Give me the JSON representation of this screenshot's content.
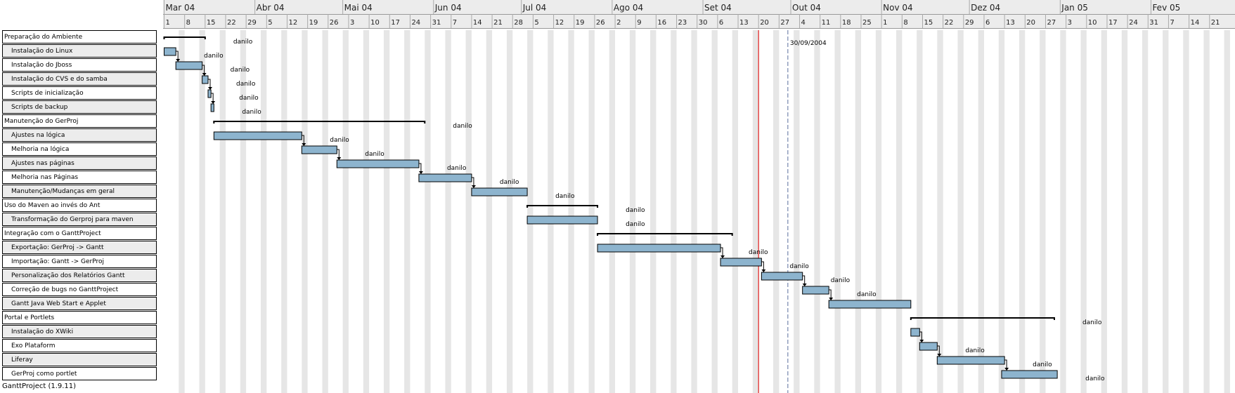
{
  "app": {
    "footer": "GanttProject (1.9.11)"
  },
  "timeline": {
    "months": [
      {
        "label": "Mar 04",
        "date": "2004-03-01"
      },
      {
        "label": "Abr 04",
        "date": "2004-04-01"
      },
      {
        "label": "Mai 04",
        "date": "2004-05-01"
      },
      {
        "label": "Jun 04",
        "date": "2004-06-01"
      },
      {
        "label": "Jul 04",
        "date": "2004-07-01"
      },
      {
        "label": "Ago 04",
        "date": "2004-08-01"
      },
      {
        "label": "Set 04",
        "date": "2004-09-01"
      },
      {
        "label": "Out 04",
        "date": "2004-10-01"
      },
      {
        "label": "Nov 04",
        "date": "2004-11-01"
      },
      {
        "label": "Dez 04",
        "date": "2004-12-01"
      },
      {
        "label": "Jan 05",
        "date": "2005-01-01"
      },
      {
        "label": "Fev 05",
        "date": "2005-02-01"
      }
    ],
    "weeks": [
      {
        "label": "1",
        "date": "2004-03-01"
      },
      {
        "label": "8",
        "date": "2004-03-08"
      },
      {
        "label": "15",
        "date": "2004-03-15"
      },
      {
        "label": "22",
        "date": "2004-03-22"
      },
      {
        "label": "29",
        "date": "2004-03-29"
      },
      {
        "label": "5",
        "date": "2004-04-05"
      },
      {
        "label": "12",
        "date": "2004-04-12"
      },
      {
        "label": "19",
        "date": "2004-04-19"
      },
      {
        "label": "26",
        "date": "2004-04-26"
      },
      {
        "label": "3",
        "date": "2004-05-03"
      },
      {
        "label": "10",
        "date": "2004-05-10"
      },
      {
        "label": "17",
        "date": "2004-05-17"
      },
      {
        "label": "24",
        "date": "2004-05-24"
      },
      {
        "label": "31",
        "date": "2004-05-31"
      },
      {
        "label": "7",
        "date": "2004-06-07"
      },
      {
        "label": "14",
        "date": "2004-06-14"
      },
      {
        "label": "21",
        "date": "2004-06-21"
      },
      {
        "label": "28",
        "date": "2004-06-28"
      },
      {
        "label": "5",
        "date": "2004-07-05"
      },
      {
        "label": "12",
        "date": "2004-07-12"
      },
      {
        "label": "19",
        "date": "2004-07-19"
      },
      {
        "label": "26",
        "date": "2004-07-26"
      },
      {
        "label": "2",
        "date": "2004-08-02"
      },
      {
        "label": "9",
        "date": "2004-08-09"
      },
      {
        "label": "16",
        "date": "2004-08-16"
      },
      {
        "label": "23",
        "date": "2004-08-23"
      },
      {
        "label": "30",
        "date": "2004-08-30"
      },
      {
        "label": "6",
        "date": "2004-09-06"
      },
      {
        "label": "13",
        "date": "2004-09-13"
      },
      {
        "label": "20",
        "date": "2004-09-20"
      },
      {
        "label": "27",
        "date": "2004-09-27"
      },
      {
        "label": "4",
        "date": "2004-10-04"
      },
      {
        "label": "11",
        "date": "2004-10-11"
      },
      {
        "label": "18",
        "date": "2004-10-18"
      },
      {
        "label": "25",
        "date": "2004-10-25"
      },
      {
        "label": "1",
        "date": "2004-11-01"
      },
      {
        "label": "8",
        "date": "2004-11-08"
      },
      {
        "label": "15",
        "date": "2004-11-15"
      },
      {
        "label": "22",
        "date": "2004-11-22"
      },
      {
        "label": "29",
        "date": "2004-11-29"
      },
      {
        "label": "6",
        "date": "2004-12-06"
      },
      {
        "label": "13",
        "date": "2004-12-13"
      },
      {
        "label": "20",
        "date": "2004-12-20"
      },
      {
        "label": "27",
        "date": "2004-12-27"
      },
      {
        "label": "3",
        "date": "2005-01-03"
      },
      {
        "label": "10",
        "date": "2005-01-10"
      },
      {
        "label": "17",
        "date": "2005-01-17"
      },
      {
        "label": "24",
        "date": "2005-01-24"
      },
      {
        "label": "31",
        "date": "2005-01-31"
      },
      {
        "label": "7",
        "date": "2005-02-07"
      },
      {
        "label": "14",
        "date": "2005-02-14"
      },
      {
        "label": "21",
        "date": "2005-02-21"
      }
    ],
    "today": "2004-09-20",
    "deadline": {
      "date": "2004-09-30",
      "label": "30/09/2004"
    }
  },
  "tasks": [
    {
      "name": "Preparação do Ambiente",
      "group": true,
      "start": "2004-03-01",
      "end": "2004-03-15",
      "resource": "danilo"
    },
    {
      "name": "Instalação do Linux",
      "start": "2004-03-01",
      "end": "2004-03-05",
      "resource": "danilo"
    },
    {
      "name": "Instalação do Jboss",
      "start": "2004-03-05",
      "end": "2004-03-14",
      "resource": "danilo"
    },
    {
      "name": "Instalação do CVS e do samba",
      "start": "2004-03-14",
      "end": "2004-03-16",
      "resource": "danilo"
    },
    {
      "name": "Scripts de inicialização",
      "start": "2004-03-16",
      "end": "2004-03-17",
      "resource": "danilo"
    },
    {
      "name": "Scripts de backup",
      "start": "2004-03-17",
      "end": "2004-03-18",
      "resource": "danilo"
    },
    {
      "name": "Manutenção do GerProj",
      "group": true,
      "start": "2004-03-18",
      "end": "2004-05-29",
      "resource": "danilo"
    },
    {
      "name": "Ajustes na lógica",
      "start": "2004-03-18",
      "end": "2004-04-17",
      "resource": "danilo"
    },
    {
      "name": "Melhoria na lógica",
      "start": "2004-04-17",
      "end": "2004-04-29",
      "resource": "danilo"
    },
    {
      "name": "Ajustes nas páginas",
      "start": "2004-04-29",
      "end": "2004-05-27",
      "resource": "danilo"
    },
    {
      "name": "Melhoria nas Páginas",
      "start": "2004-05-27",
      "end": "2004-06-14",
      "resource": "danilo"
    },
    {
      "name": "Manutenção/Mudanças em geral",
      "start": "2004-06-14",
      "end": "2004-07-03",
      "resource": "danilo"
    },
    {
      "name": "Uso do Maven ao invés do Ant",
      "group": true,
      "start": "2004-07-03",
      "end": "2004-07-27",
      "resource": "danilo"
    },
    {
      "name": "Transformação do Gerproj para maven",
      "start": "2004-07-03",
      "end": "2004-07-27",
      "resource": "danilo"
    },
    {
      "name": "Integração com o GanttProject",
      "group": true,
      "start": "2004-07-27",
      "end": "2004-09-11",
      "resource": ""
    },
    {
      "name": "Exportação: GerProj -> Gantt",
      "start": "2004-07-27",
      "end": "2004-09-07",
      "resource": "danilo"
    },
    {
      "name": "Importação: Gantt -> GerProj",
      "start": "2004-09-07",
      "end": "2004-09-21",
      "resource": "danilo"
    },
    {
      "name": "Personalização dos Relatórios Gantt",
      "start": "2004-09-21",
      "end": "2004-10-05",
      "resource": "danilo"
    },
    {
      "name": "Correção de bugs no GanttProject",
      "start": "2004-10-05",
      "end": "2004-10-14",
      "resource": "danilo"
    },
    {
      "name": "Gantt Java Web Start e Applet",
      "start": "2004-10-14",
      "end": "2004-11-11",
      "resource": ""
    },
    {
      "name": "Portal e Portlets",
      "group": true,
      "start": "2004-11-11",
      "end": "2004-12-30",
      "resource": "danilo"
    },
    {
      "name": "Instalação do XWiki",
      "start": "2004-11-11",
      "end": "2004-11-14",
      "resource": ""
    },
    {
      "name": "Exo Plataform",
      "start": "2004-11-14",
      "end": "2004-11-20",
      "resource": "danilo"
    },
    {
      "name": "Liferay",
      "start": "2004-11-20",
      "end": "2004-12-13",
      "resource": "danilo"
    },
    {
      "name": "GerProj como portlet",
      "start": "2004-12-12",
      "end": "2004-12-31",
      "resource": "danilo"
    }
  ],
  "colors": {
    "bar_fill": "#8db4ce",
    "header_bg": "#ececec",
    "weekend_shade": "#e6e6e6",
    "today_line": "#e02020",
    "deadline_line": "#5a6f9c",
    "row_alt": "#ececec"
  }
}
